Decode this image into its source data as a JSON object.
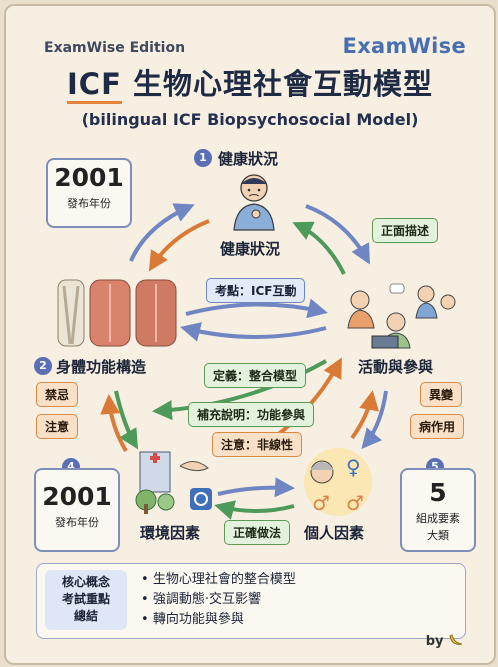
{
  "edition": "ExamWise Edition",
  "brand": "ExamWise",
  "title_prefix": "ICF",
  "title_main": " 生物心理社會互動模型",
  "subtitle": "(bilingual ICF Biopsychosocial Model)",
  "cards": {
    "left_top": {
      "year": "2001",
      "caption": "發布年份"
    },
    "left_bottom": {
      "badge": "4",
      "year": "2001",
      "caption": "發布年份"
    },
    "right_bottom": {
      "badge": "5",
      "number": "5",
      "caption_1": "組成要素",
      "caption_2": "大類"
    }
  },
  "nodes": {
    "health": {
      "badge": "1",
      "heading": "健康狀況",
      "label": "健康狀況"
    },
    "body": {
      "badge": "2",
      "label": "身體功能構造"
    },
    "activity": {
      "label": "活動與參與"
    },
    "environment": {
      "label": "環境因素"
    },
    "personal": {
      "label": "個人因素"
    }
  },
  "tags": {
    "positive": "正面描述",
    "exam_point": "考點：ICF互動",
    "definition": "定義：整合模型",
    "supplement": "補充說明：功能參與",
    "caution_nonlinear": "注意：非線性",
    "correct_method": "正確做法",
    "contraindication": "禁忌",
    "note": "注意",
    "variation": "異變",
    "side_effect": "病作用"
  },
  "summary": {
    "head_1": "核心概念",
    "head_2": "考試重點",
    "head_3": "總結",
    "points": [
      "生物心理社會的整合模型",
      "強調動態·交互影響",
      "轉向功能與參與"
    ]
  },
  "byline": "by",
  "colors": {
    "blue": "#6f86c3",
    "green": "#4e9a5a",
    "orange": "#d97a36",
    "navy": "#1f2a44"
  },
  "icons": [
    "banana-icon",
    "female-symbol-icon",
    "male-symbol-icon",
    "wheelchair-icon",
    "hospital-icon",
    "tree-icon",
    "laptop-icon",
    "muscle-figure-icon",
    "skeleton-leg-icon"
  ]
}
